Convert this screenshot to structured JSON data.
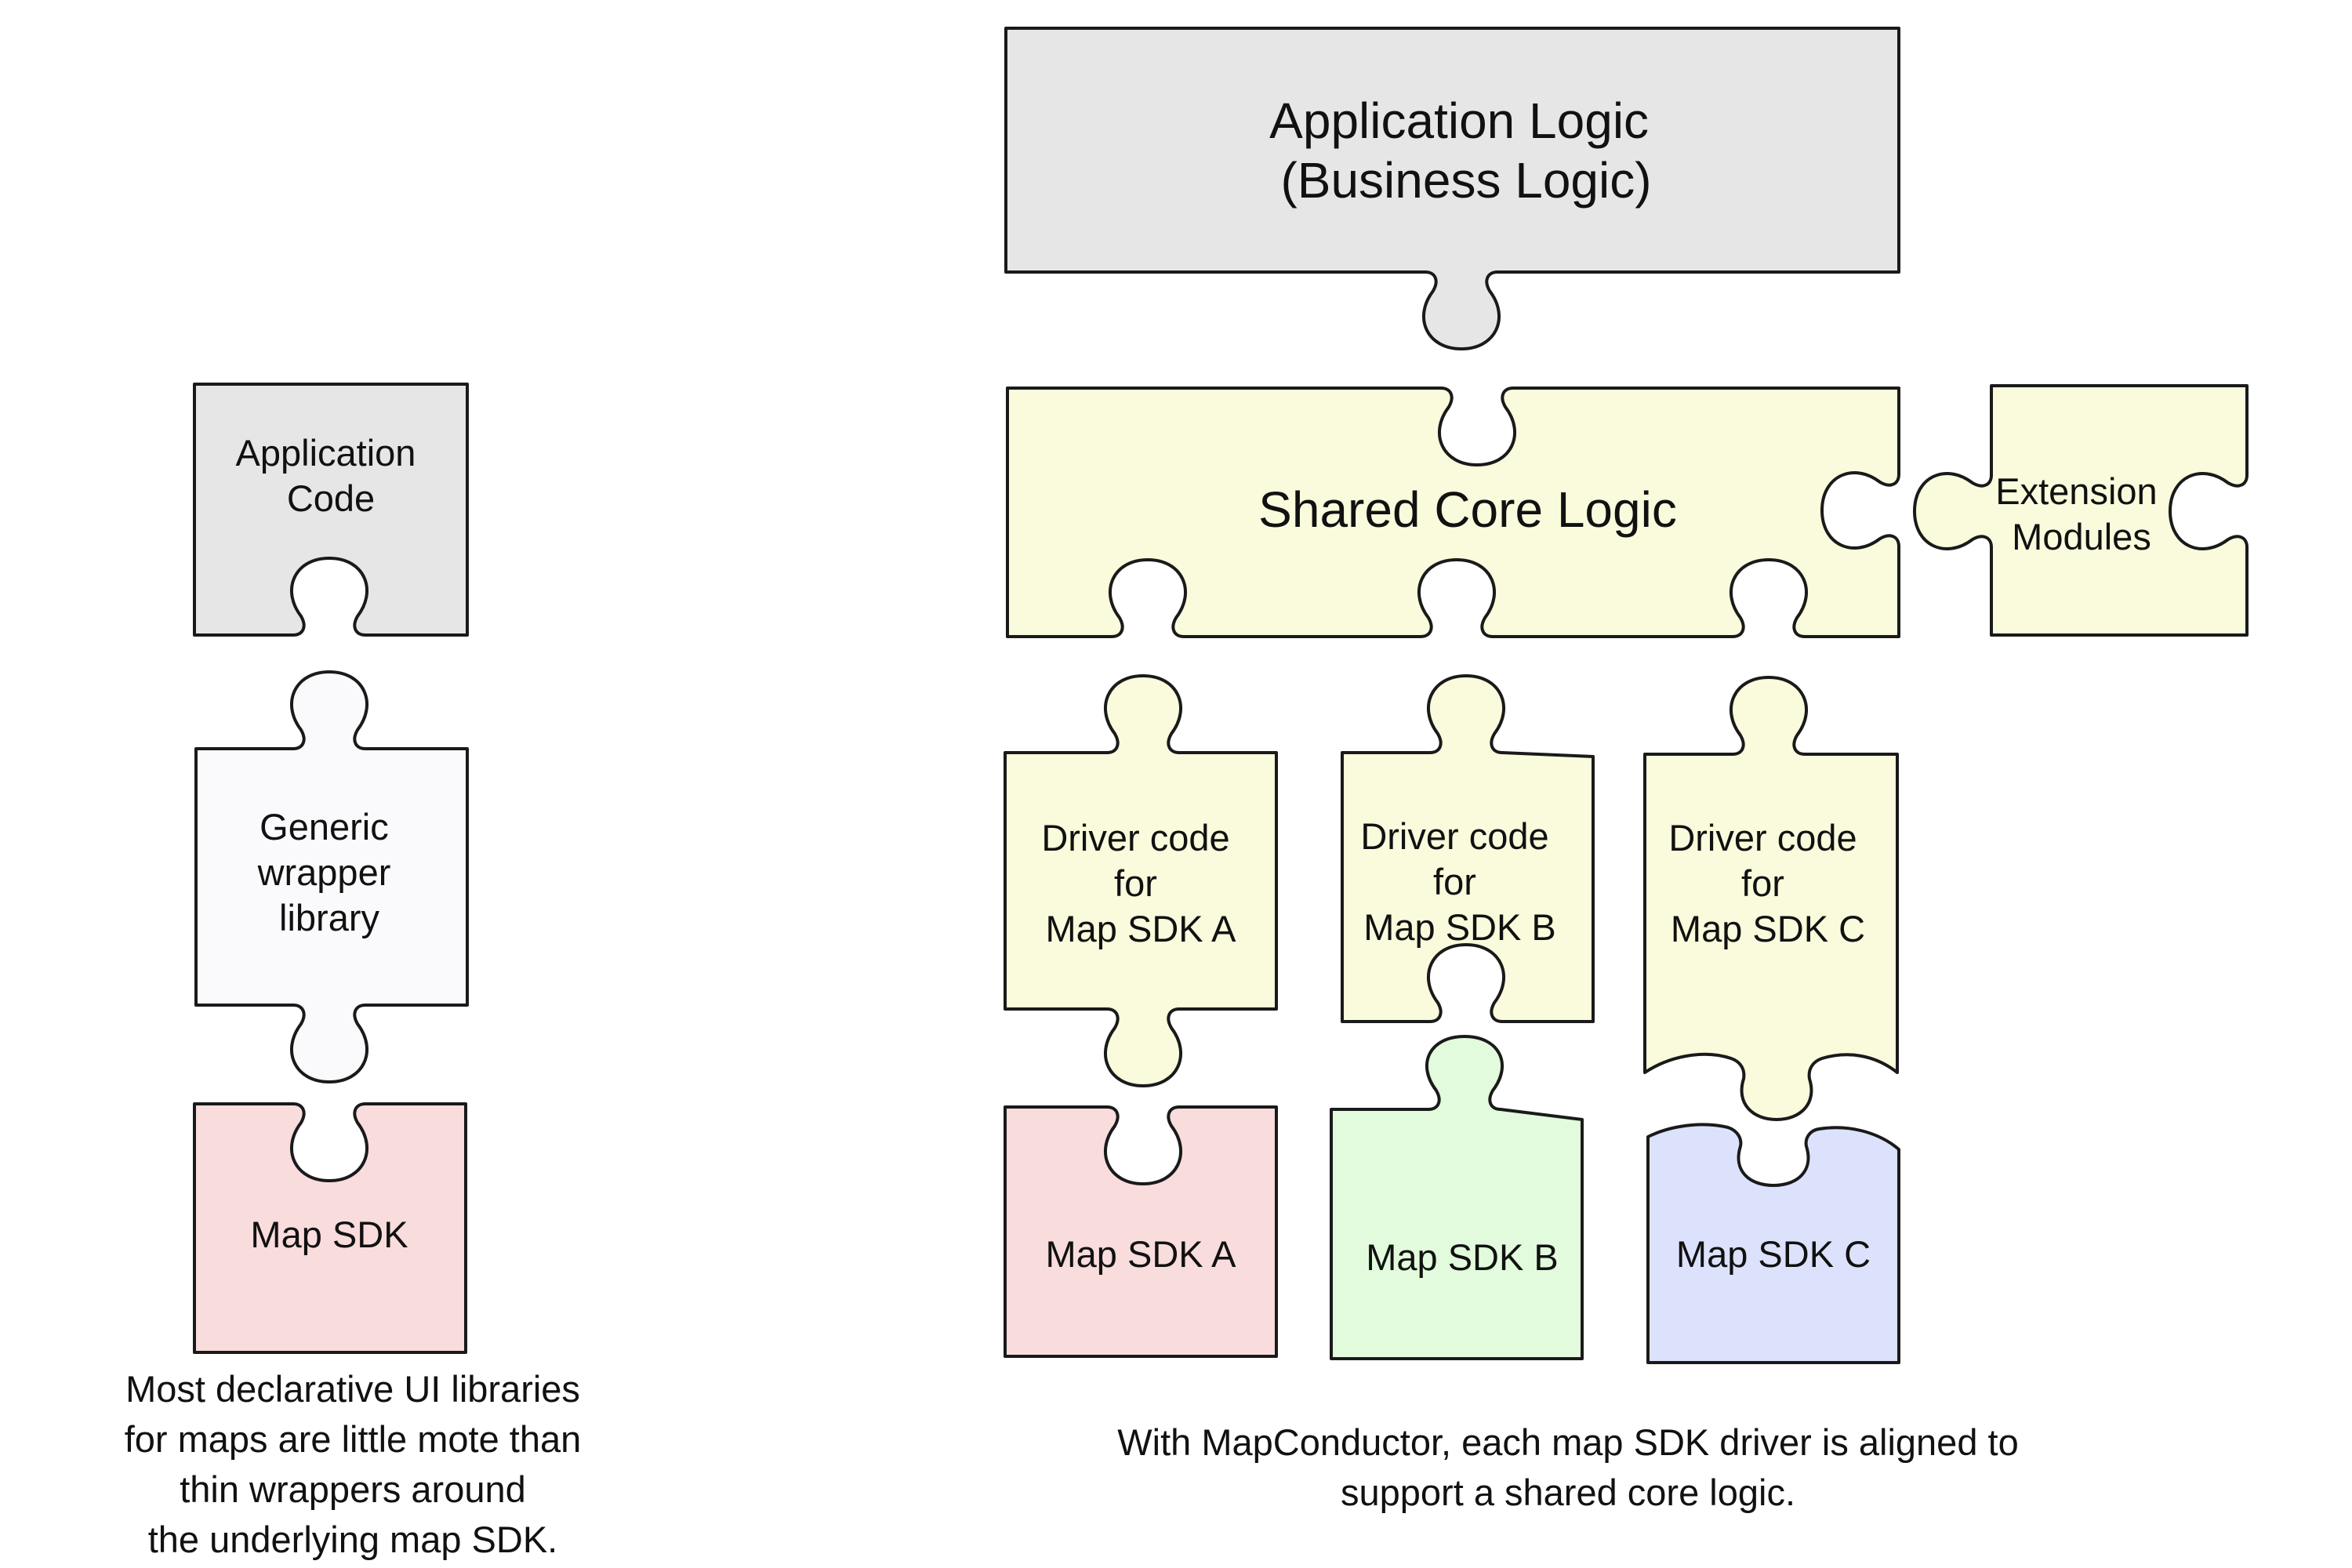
{
  "colors": {
    "gray": "#e6e6e6",
    "white": "#fafafc",
    "yellow": "#fafadc",
    "pink": "#f9dcdc",
    "green": "#e2fbdc",
    "blue": "#dce2fb",
    "outline": "#1a1a1a"
  },
  "left": {
    "application_code": [
      "Application",
      "Code"
    ],
    "wrapper": [
      "Generic",
      "wrapper",
      "library"
    ],
    "map_sdk": [
      "Map SDK"
    ],
    "caption": [
      "Most declarative UI libraries",
      "for maps are little mote than",
      "thin wrappers around",
      "the underlying map SDK."
    ]
  },
  "right": {
    "application_logic": [
      "Application Logic",
      "(Business Logic)"
    ],
    "shared_core": [
      "Shared Core Logic"
    ],
    "extension_modules": [
      "Extension",
      "Modules"
    ],
    "driver_a": [
      "Driver code",
      "for",
      "Map SDK A"
    ],
    "driver_b": [
      "Driver code",
      "for",
      "Map SDK B"
    ],
    "driver_c": [
      "Driver code",
      "for",
      "Map SDK C"
    ],
    "sdk_a": [
      "Map SDK A"
    ],
    "sdk_b": [
      "Map SDK B"
    ],
    "sdk_c": [
      "Map SDK C"
    ],
    "caption": [
      "With MapConductor, each map SDK driver is aligned to",
      "support a shared core logic."
    ]
  }
}
